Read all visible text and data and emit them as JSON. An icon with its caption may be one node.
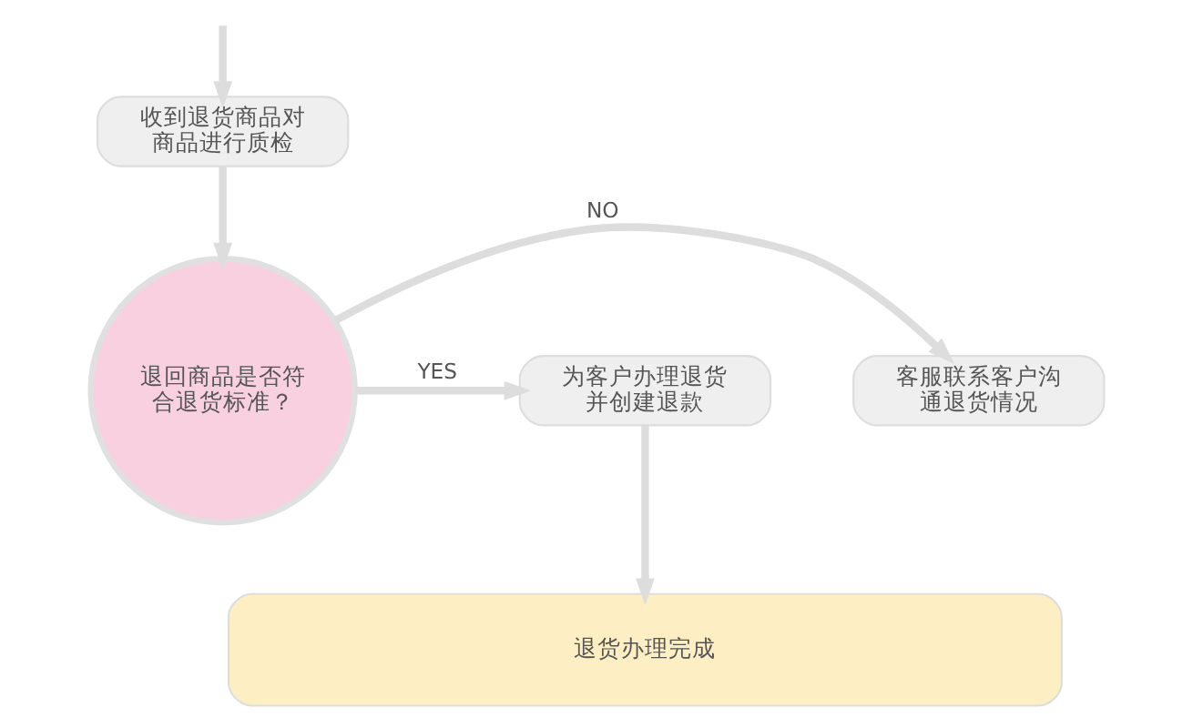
{
  "diagram": {
    "nodes": [
      {
        "text": [
          "收到退货商品对商品进行质检"
        ]
      },
      {
        "text": [
          "退回商品是否符合退货标准？"
        ]
      },
      {
        "text": [
          "客服联系客户沟通退货情况"
        ]
      },
      {
        "text": [
          "为客户办理退货并创建退款"
        ]
      },
      {
        "text": [
          "退货办理完成"
        ]
      }
    ],
    "edges": [
      {
        "from": null,
        "to": 0,
        "arrow": "to"
      },
      {
        "from": 0,
        "to": 1,
        "arrow": "to"
      },
      {
        "from": 1,
        "to": 2,
        "arrow": "to",
        "label": "NO"
      },
      {
        "from": 1,
        "to": 3,
        "arrow": "to",
        "label": "YES"
      },
      {
        "from": 3,
        "to": 4,
        "arrow": "to"
      }
    ]
  }
}
